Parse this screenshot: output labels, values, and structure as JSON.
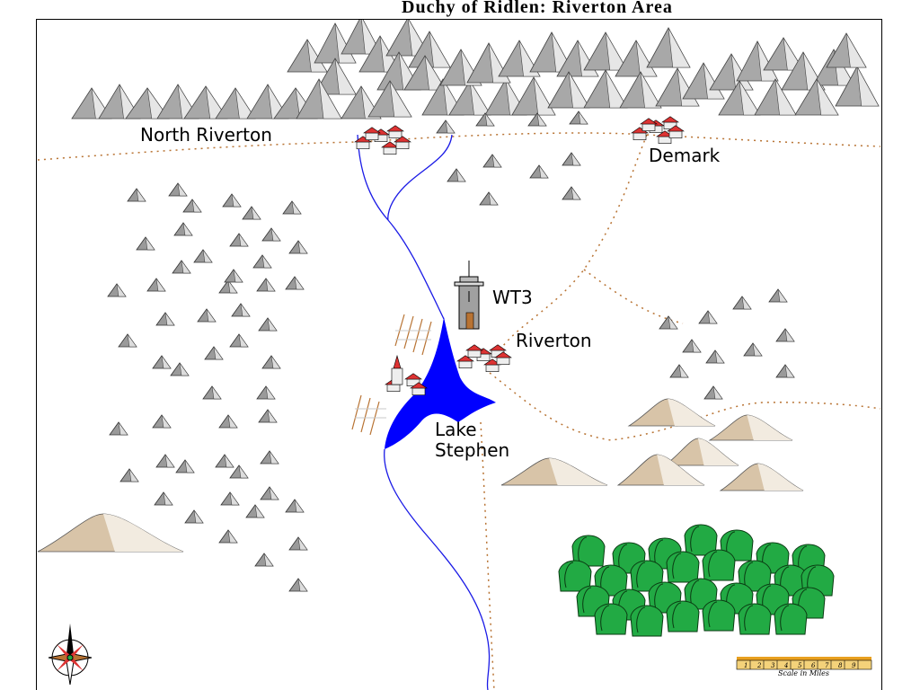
{
  "title": "Duchy of Ridlen: Riverton Area",
  "labels": {
    "north_riverton": "North Riverton",
    "demark": "Demark",
    "wt3": "WT3",
    "riverton": "Riverton",
    "lake_line1": "Lake",
    "lake_line2": "Stephen"
  },
  "scale": {
    "ticks": [
      "1",
      "2",
      "3",
      "4",
      "5",
      "6",
      "7",
      "8",
      "9"
    ],
    "caption": "Scale in Miles"
  },
  "colors": {
    "water": "#0000ff",
    "river": "#1a1ae6",
    "road": "#b87333",
    "mountain": "#a8a8a8",
    "hill": "#d8c4a8",
    "forest": "#22aa44",
    "roof": "#dd3333"
  },
  "icons": [
    "compass-rose-icon",
    "watchtower-icon",
    "village-icon",
    "mountain-icon",
    "hill-icon",
    "forest-icon",
    "scale-bar-icon"
  ]
}
